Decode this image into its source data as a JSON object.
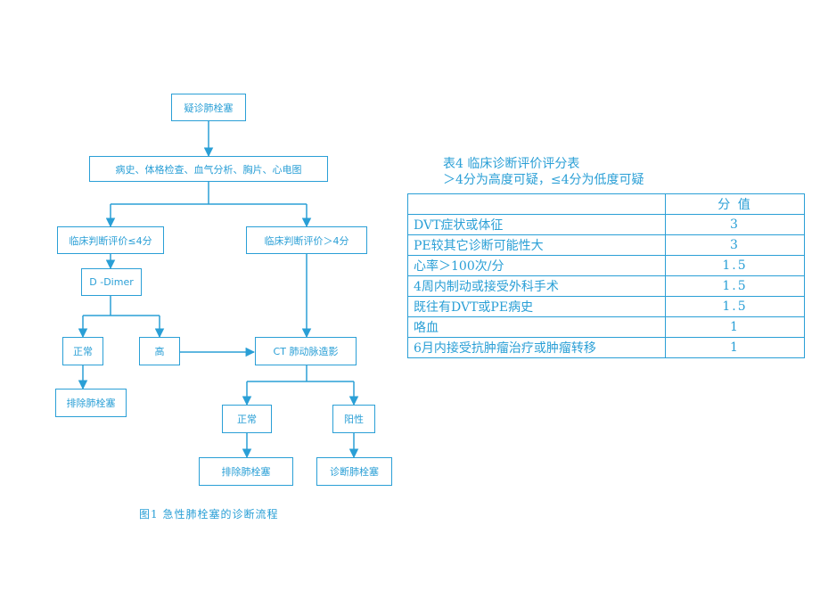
{
  "colors": {
    "accent": "#2a9fd6"
  },
  "flowchart": {
    "suspect_pe": "疑诊肺栓塞",
    "initial_exam": "病史、体格检查、血气分析、胸片、心电图",
    "score_low": "临床判断评价≤4分",
    "score_high": "临床判断评价＞4分",
    "d_dimer": "D -Dimer",
    "dimer_normal": "正常",
    "dimer_high": "高",
    "exclude_left": "排除肺栓塞",
    "ct_angio": "CT 肺动脉造影",
    "ct_normal": "正常",
    "ct_positive": "阳性",
    "exclude_right": "排除肺栓塞",
    "diagnose": "诊断肺栓塞",
    "caption": "图1 急性肺栓塞的诊断流程"
  },
  "score_table": {
    "title": "表4 临床诊断评价评分表",
    "subtitle": "＞4分为高度可疑，≤4分为低度可疑",
    "header_item": "",
    "header_value": "分 值",
    "rows": [
      {
        "item": "DVT症状或体征",
        "value": "3"
      },
      {
        "item": "PE较其它诊断可能性大",
        "value": "3"
      },
      {
        "item": "心率＞100次/分",
        "value": "1.5"
      },
      {
        "item": "4周内制动或接受外科手术",
        "value": "1.5"
      },
      {
        "item": "既往有DVT或PE病史",
        "value": "1.5"
      },
      {
        "item": "咯血",
        "value": "1"
      },
      {
        "item": "6月内接受抗肿瘤治疗或肿瘤转移",
        "value": "1"
      }
    ]
  }
}
